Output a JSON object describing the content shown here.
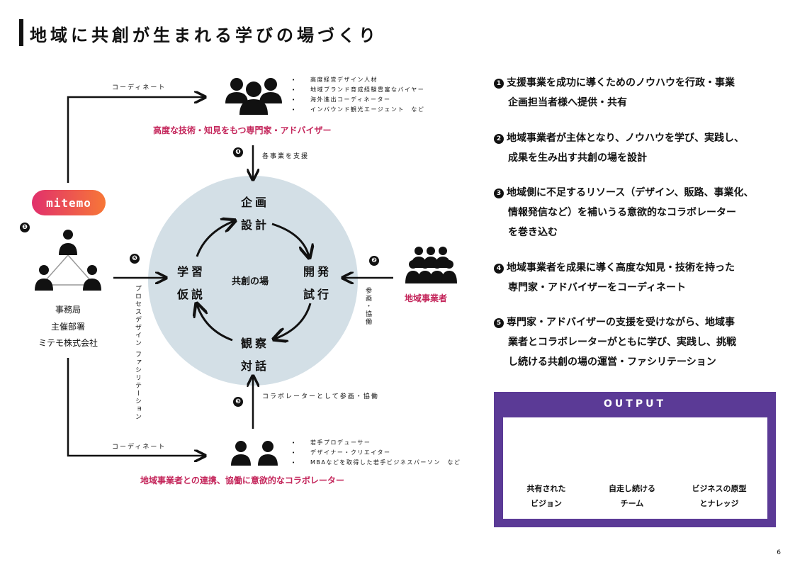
{
  "title": "地域に共創が生まれる学びの場づくり",
  "top": {
    "coordinate_label": "コーディネート",
    "experts_list": [
      "高度経営デザイン人材",
      "地域ブランド育成経験豊富なバイヤー",
      "海外進出コーディネーター",
      "インバウンド観光エージェント　など"
    ],
    "experts_caption": "高度な技術・知見をもつ専門家・アドバイザー",
    "support_label": "各事業を支援"
  },
  "left": {
    "logo_text": "mitemo",
    "org_lines": [
      "事務局",
      "主催部署",
      "ミテモ株式会社"
    ],
    "facilitation_label": "プロセスデザイン ファシリテーション"
  },
  "cycle": {
    "center": "共創の場",
    "plan": [
      "企画",
      "設計"
    ],
    "develop": [
      "開発",
      "試行"
    ],
    "observe": [
      "観察",
      "対話"
    ],
    "learn": [
      "学習",
      "仮説"
    ]
  },
  "right_side": {
    "participate_label": "参画・協働",
    "business_caption": "地域事業者"
  },
  "bottom": {
    "coordinate_label": "コーディネート",
    "collab_label": "コラボレーターとして参画・協働",
    "collab_list": [
      "若手プロデューサー",
      "デザイナー・クリエイター",
      "MBAなどを取得した若手ビジネスパーソン　など"
    ],
    "collab_caption": "地域事業者との連携、協働に意欲的なコラボレーター"
  },
  "badges": [
    "❶",
    "❷",
    "❸",
    "❹",
    "❺"
  ],
  "points": [
    {
      "num": "1",
      "lines": [
        "支援事業を成功に導くためのノウハウを行政・事業",
        "企画担当者様へ提供・共有"
      ]
    },
    {
      "num": "2",
      "lines": [
        "地域事業者が主体となり、ノウハウを学び、実践し、",
        "成果を生み出す共創の場を設計"
      ]
    },
    {
      "num": "3",
      "lines": [
        "地域側に不足するリソース（デザイン、販路、事業化、",
        "情報発信など）を補いうる意欲的なコラボレーター",
        "を巻き込む"
      ]
    },
    {
      "num": "4",
      "lines": [
        "地域事業者を成果に導く高度な知見・技術を持った",
        "専門家・アドバイザーをコーディネート"
      ]
    },
    {
      "num": "5",
      "lines": [
        "専門家・アドバイザーの支援を受けながら、地域事",
        "業者とコラボレーターがともに学び、実践し、挑戦",
        "し続ける共創の場の運営・ファシリテーション"
      ]
    }
  ],
  "output": {
    "title": "OUTPUT",
    "items": [
      {
        "lines": [
          "共有された",
          "ビジョン"
        ],
        "icon": "flag-icon"
      },
      {
        "lines": [
          "自走し続ける",
          "チーム"
        ],
        "icon": "team-cycle-icon"
      },
      {
        "lines": [
          "ビジネスの原型",
          "とナレッジ"
        ],
        "icon": "lightbulb-icon"
      }
    ]
  },
  "page_number": "6",
  "colors": {
    "accent_pink": "#c4265b",
    "output_purple": "#5b3a96",
    "circle_fill": "#d3dfe6"
  }
}
